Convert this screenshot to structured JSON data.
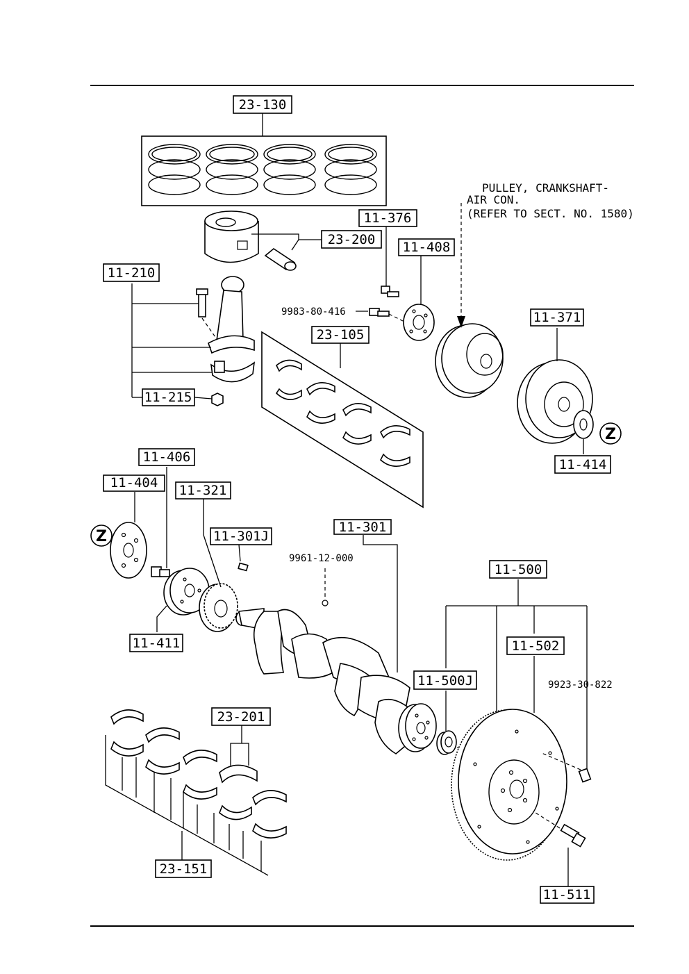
{
  "labels": {
    "piston_rings": "23-130",
    "piston": "23-200",
    "bolt_376": "11-376",
    "plate_408": "11-408",
    "con_rod": "11-210",
    "bolt_no_416": "9983-80-416",
    "rod_bearings": "23-105",
    "nut_215": "11-215",
    "pulley_371": "11-371",
    "washer_414": "11-414",
    "bolt_406": "11-406",
    "plate_404": "11-404",
    "gear_321": "11-321",
    "key_301j": "11-301J",
    "crankshaft": "11-301",
    "plug_no": "9961-12-000",
    "hub_411": "11-411",
    "flywheel_assy": "11-500",
    "ring_gear": "11-502",
    "pilot_bearing": "11-500J",
    "pin_no": "9923-30-822",
    "thrust_bearing": "23-201",
    "main_bearings": "23-151",
    "flywheel_bolt": "11-511"
  },
  "pulley_note": {
    "line1": "PULLEY, CRANKSHAFT-",
    "line2": "AIR CON.",
    "line3": "(REFER TO SECT. NO. 1580)"
  },
  "z_marks": [
    "Z",
    "Z"
  ]
}
